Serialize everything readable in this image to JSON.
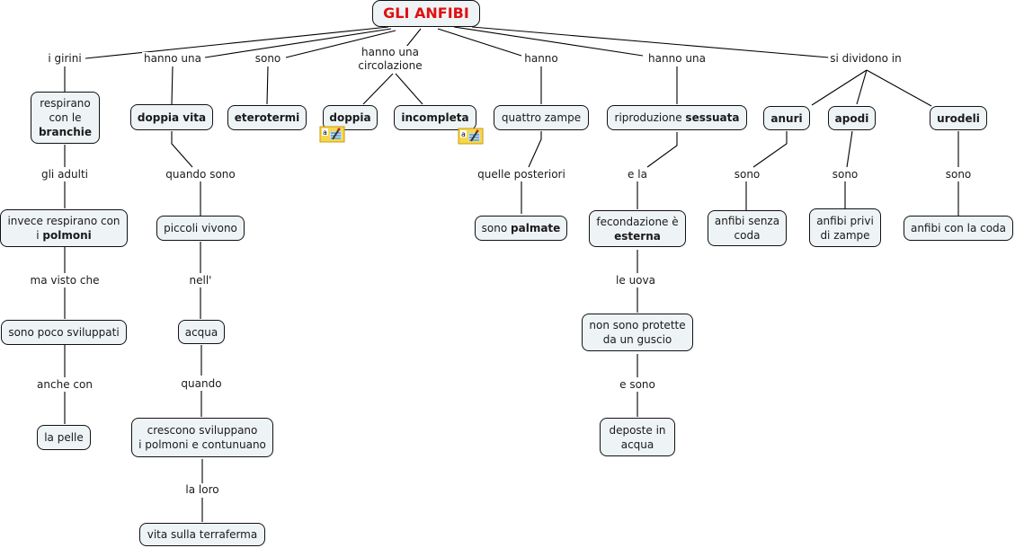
{
  "map_title": "GLI ANFIBI",
  "colors": {
    "root_text": "#e01010",
    "node_fill": "#eef3f5",
    "line": "#000000"
  },
  "link_labels": {
    "i_girini": "i girini",
    "hanno_una_1": "hanno una",
    "sono_1": "sono",
    "circolazione_l1": "hanno una",
    "circolazione_l2": "circolazione",
    "hanno": "hanno",
    "hanno_una_2": "hanno una",
    "si_dividono": "si dividono in",
    "gli_adulti": "gli adulti",
    "ma_visto_che": "ma visto che",
    "anche_con": "anche con",
    "quando_sono": "quando sono",
    "nell": "nell'",
    "quando": "quando",
    "la_loro": "la loro",
    "quelle_posteriori": "quelle posteriori",
    "e_la": "e la",
    "le_uova": "le uova",
    "e_sono": "e sono",
    "sono_anuri": "sono",
    "sono_apodi": "sono",
    "sono_urodeli": "sono"
  },
  "concepts": {
    "branchie_l1": "respirano",
    "branchie_l2": "con le",
    "branchie_l3": "branchie",
    "polmoni_l1": "invece respirano con",
    "polmoni_l2a": "i ",
    "polmoni_l2b": "polmoni",
    "poco_sviluppati": "sono poco sviluppati",
    "pelle": "la pelle",
    "doppia_vita": "doppia vita",
    "piccoli_vivono": "piccoli vivono",
    "acqua": "acqua",
    "crescono_l1": "crescono sviluppano",
    "crescono_l2": "i polmoni e contunuano",
    "terraferma": "vita sulla terraferma",
    "eterotermi": "eterotermi",
    "doppia": "doppia",
    "incompleta": "incompleta",
    "quattro_zampe": "quattro zampe",
    "palmate_a": "sono ",
    "palmate_b": "palmate",
    "riproduzione_a": "riproduzione ",
    "riproduzione_b": "sessuata",
    "fecondazione_l1": "fecondazione è",
    "fecondazione_l2": "esterna",
    "protette_l1": "non sono protette",
    "protette_l2": "da un guscio",
    "deposte_l1": "deposte in",
    "deposte_l2": "acqua",
    "anuri": "anuri",
    "apodi": "apodi",
    "urodeli": "urodeli",
    "senza_coda_l1": "anfibi senza",
    "senza_coda_l2": "coda",
    "privi_l1": "anfibi privi",
    "privi_l2": "di zampe",
    "con_coda": "anfibi con la coda"
  },
  "note_icon_glyph": "a"
}
